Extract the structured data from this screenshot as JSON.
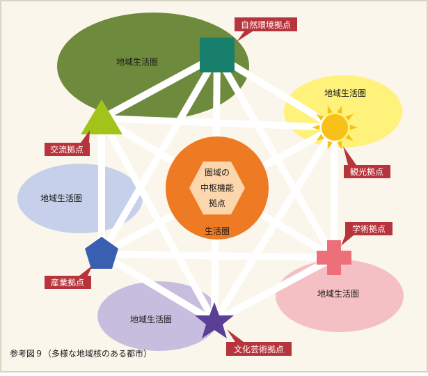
{
  "colors": {
    "background": "#faf6ec",
    "border": "#ccc5b2",
    "link": "#ffffff",
    "label_box": "#b8343c",
    "label_text": "#ffffff",
    "sphere_green": "#6e8a3c",
    "sphere_yellow": "#fff27a",
    "sphere_blue": "#c6d0ea",
    "sphere_pink": "#f5c0c4",
    "sphere_purple": "#c7bedf",
    "core_orange": "#ef7a24",
    "core_hexagon": "#fcd6ad",
    "node_square": "#177f6c",
    "node_triangle": "#a2c41a",
    "node_sun": "#f7c11a",
    "node_pentagon": "#3a5fb1",
    "node_cross": "#ec6f79",
    "node_star": "#5b3f96"
  },
  "spheres": [
    {
      "id": "green",
      "label": "地域生活圏"
    },
    {
      "id": "yellow",
      "label": "地域生活圏"
    },
    {
      "id": "blue",
      "label": "地域生活圏"
    },
    {
      "id": "pink",
      "label": "地域生活圏"
    },
    {
      "id": "purple",
      "label": "地域生活圏"
    }
  ],
  "core": {
    "lines": [
      "圏域の",
      "中枢機能",
      "拠点"
    ],
    "ring_label": "生活圏"
  },
  "nodes": [
    {
      "id": "square",
      "shape": "square",
      "icon": "square-icon",
      "label": "自然環境拠点"
    },
    {
      "id": "sun",
      "shape": "sun",
      "icon": "sun-icon",
      "label": "観光拠点"
    },
    {
      "id": "cross",
      "shape": "cross",
      "icon": "cross-icon",
      "label": "学術拠点"
    },
    {
      "id": "star",
      "shape": "star",
      "icon": "star-icon",
      "label": "文化芸術拠点"
    },
    {
      "id": "pentagon",
      "shape": "pentagon",
      "icon": "pentagon-icon",
      "label": "産業拠点"
    },
    {
      "id": "triangle",
      "shape": "triangle",
      "icon": "triangle-icon",
      "label": "交流拠点"
    }
  ],
  "caption": "参考図９（多様な地域核のある都市）"
}
